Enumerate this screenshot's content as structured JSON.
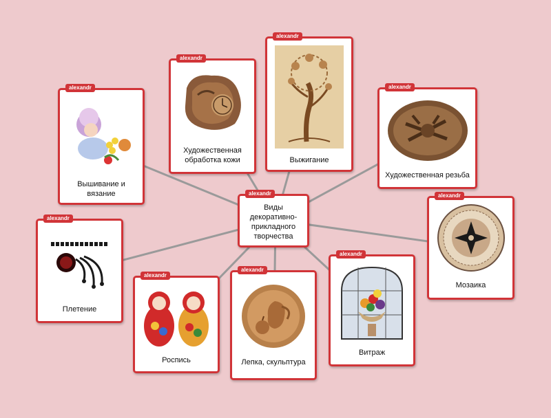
{
  "author_tag": "alexandr",
  "center": {
    "label": "Виды декоративно-прикладного творчества"
  },
  "nodes": {
    "embroidery": {
      "label": "Вышивание и вязание",
      "icon": "knitting-doll-image"
    },
    "leather": {
      "label": "Художественная обработка кожи",
      "icon": "leather-clock-image"
    },
    "burning": {
      "label": "Выжигание",
      "icon": "wood-burning-tree-image"
    },
    "carving": {
      "label": "Художественная резьба",
      "icon": "wood-carving-plate-image"
    },
    "mosaic": {
      "label": "Мозаика",
      "icon": "mosaic-circle-image"
    },
    "weaving": {
      "label": "Плетение",
      "icon": "woven-bracelet-image"
    },
    "painting": {
      "label": "Роспись",
      "icon": "matryoshka-image"
    },
    "sculpture": {
      "label": "Лепка, скульптура",
      "icon": "clay-plate-image"
    },
    "stained_glass": {
      "label": "Витраж",
      "icon": "stained-glass-image"
    }
  },
  "colors": {
    "background": "#eecacd",
    "card_border": "#d13438",
    "link": "#9a9a9a"
  }
}
